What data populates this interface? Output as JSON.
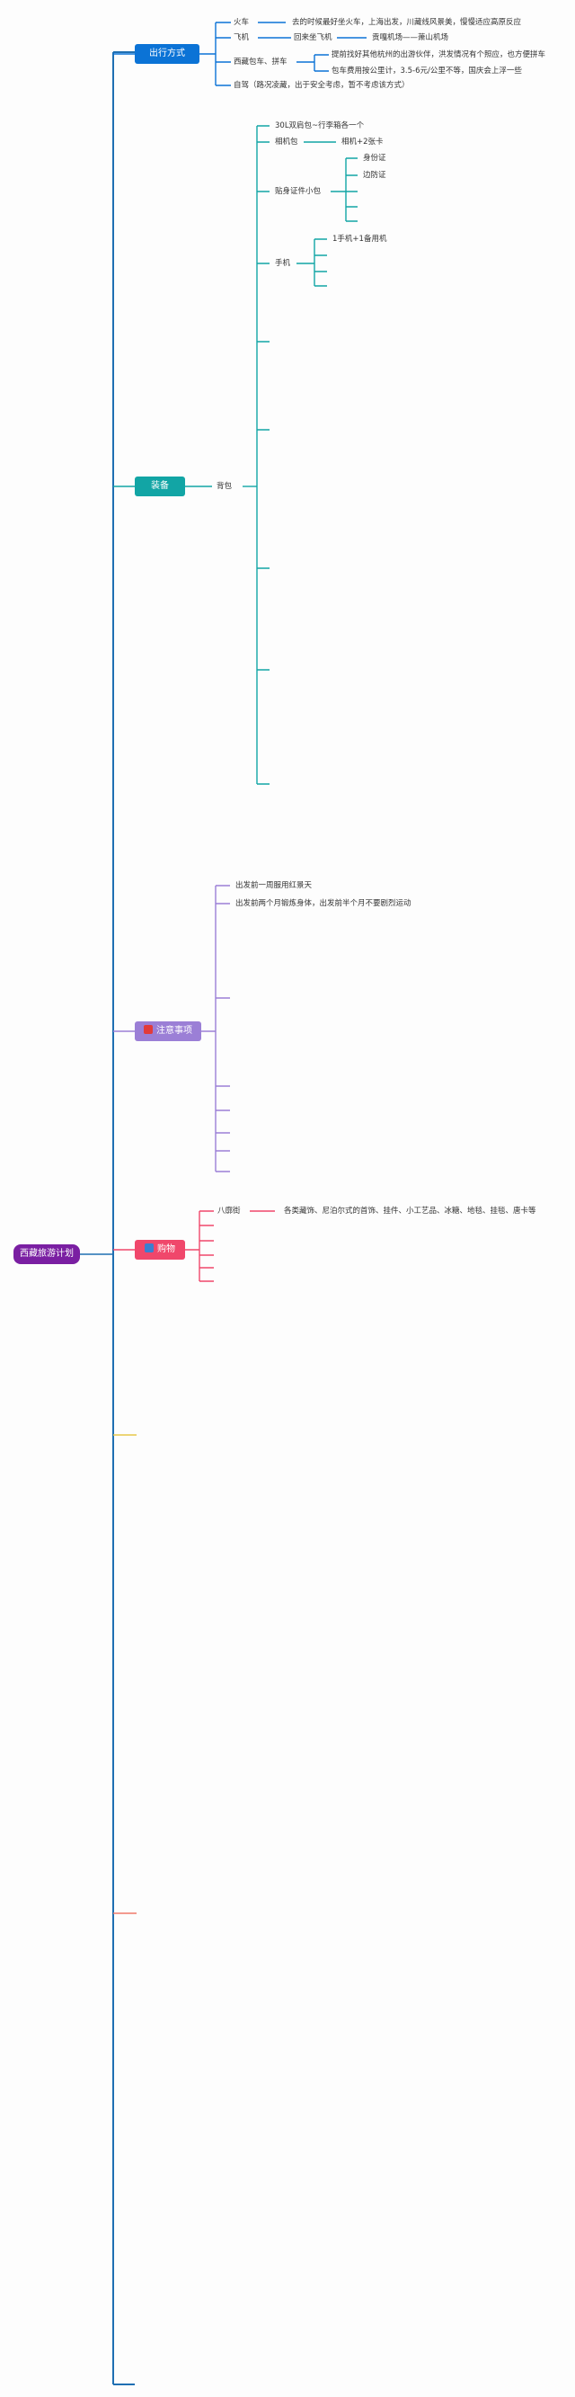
{
  "colors": {
    "root": "#7a1fa2",
    "trunk": "#1f6fb2",
    "transport": "#0b73d6",
    "equipment": "#12a5a5",
    "notes": "#9b7fd6",
    "shopping": "#f0476b",
    "yellow_stub": "#e7c84a",
    "red_stub": "#f07a6b"
  },
  "root": {
    "label": "西藏旅游计划"
  },
  "branches": {
    "transport": {
      "label": "出行方式",
      "items": [
        {
          "label": "火车",
          "detail": "去的时候最好坐火车，上海出发，川藏线风景美，慢慢适应高原反应"
        },
        {
          "label": "飞机",
          "detail": "回来坐飞机",
          "detail2": "贡嘎机场——萧山机场"
        },
        {
          "label": "西藏包车、拼车",
          "details": [
            "提前找好其他杭州的出游伙伴，洪发情况有个照应，也方便拼车",
            "包车费用按公里计，3.5-6元/公里不等，国庆会上浮一些"
          ]
        },
        {
          "label": "自驾（路况凌藏，出于安全考虑，暂不考虑该方式）"
        }
      ]
    },
    "equipment": {
      "label": "装备",
      "child": "背包",
      "items": [
        {
          "label": "30L双肩包~行李箱各一个"
        },
        {
          "label": "相机包",
          "detail": "相机+2张卡"
        },
        {
          "label": "贴身证件小包",
          "details": [
            "身份证",
            "边防证"
          ]
        },
        {
          "label": "手机",
          "details": [
            "1手机+1备用机"
          ]
        }
      ]
    },
    "notes": {
      "label": "注意事项",
      "items": [
        {
          "label": "出发前一周服用红景天"
        },
        {
          "label": "出发前两个月锻炼身体，出发前半个月不要剧烈运动"
        }
      ]
    },
    "shopping": {
      "label": "购物",
      "items": [
        {
          "label": "八廓街",
          "detail": "各类藏饰、尼泊尔式的首饰、挂件、小工艺品、冰糖、地毯、挂毯、唐卡等"
        }
      ]
    }
  }
}
